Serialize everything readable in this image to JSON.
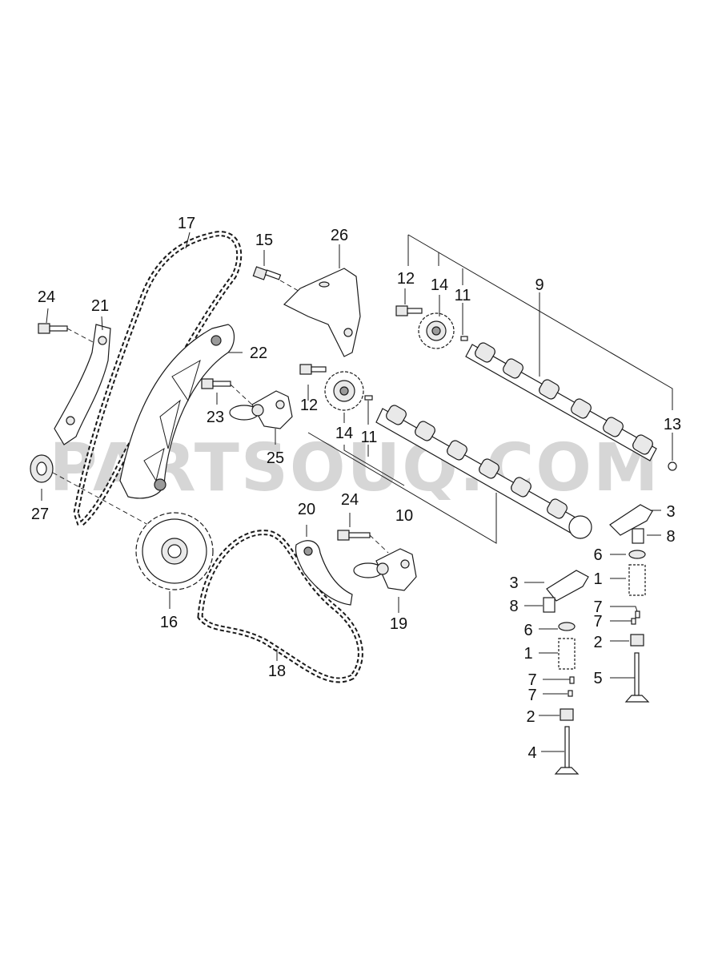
{
  "watermark": "PARTSOUQ.COM",
  "callouts": {
    "c1a": "1",
    "c1b": "1",
    "c2a": "2",
    "c2b": "2",
    "c3a": "3",
    "c3b": "3",
    "c4": "4",
    "c5": "5",
    "c6a": "6",
    "c6b": "6",
    "c7a": "7",
    "c7b": "7",
    "c7c": "7",
    "c7d": "7",
    "c8a": "8",
    "c8b": "8",
    "c9": "9",
    "c10": "10",
    "c11a": "11",
    "c11b": "11",
    "c12a": "12",
    "c12b": "12",
    "c13": "13",
    "c14a": "14",
    "c14b": "14",
    "c15": "15",
    "c16": "16",
    "c17": "17",
    "c18": "18",
    "c19": "19",
    "c20": "20",
    "c21": "21",
    "c22": "22",
    "c23": "23",
    "c24a": "24",
    "c24b": "24",
    "c25": "25",
    "c26": "26",
    "c27": "27"
  }
}
